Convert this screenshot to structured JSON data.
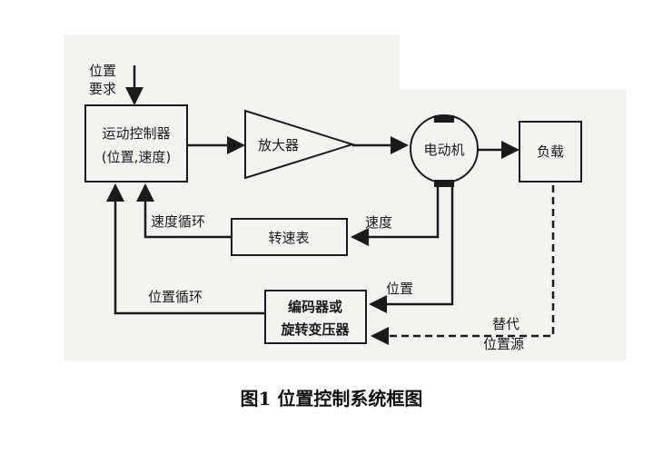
{
  "diagram": {
    "input_label_line1": "位置",
    "input_label_line2": "要求",
    "controller_line1": "运动控制器",
    "controller_line2": "(位置,速度)",
    "amplifier": "放大器",
    "motor": "电动机",
    "load": "负载",
    "tachometer": "转速表",
    "speed_label": "速度",
    "speed_loop_label": "速度循环",
    "encoder_line1": "编码器或",
    "encoder_line2": "旋转变压器",
    "position_label": "位置",
    "position_loop_label": "位置循环",
    "alt_source_line1": "替代",
    "alt_source_line2": "位置源"
  },
  "caption": "图1 位置控制系统框图",
  "colors": {
    "line": "#1a1a1a",
    "paper": "#f3f3f1",
    "background": "#ffffff"
  }
}
